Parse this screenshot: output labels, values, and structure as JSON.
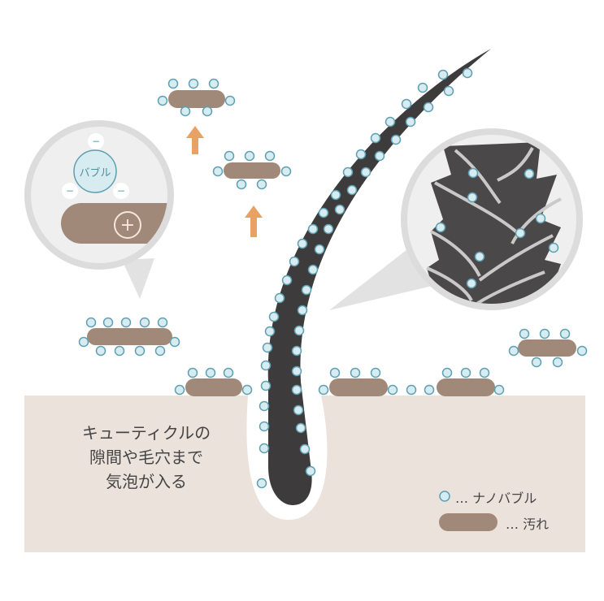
{
  "caption": [
    "キューティクルの",
    "隙間や毛穴まで",
    "気泡が入る"
  ],
  "bubble_label": "バブル",
  "charges": {
    "negative": "−",
    "positive": "+"
  },
  "legend": [
    {
      "symbol": "nano-bubble",
      "label": "… ナノバブル"
    },
    {
      "symbol": "dirt",
      "label": "… 汚れ"
    }
  ],
  "colors": {
    "skin": "#ece2dc",
    "dirt": "#a08978",
    "bubble_fill": "#d6ecf1",
    "bubble_stroke": "#5e9fb1",
    "hair": "#3d3b3b",
    "arrow": "#e9a265",
    "circle": "#ededed"
  }
}
